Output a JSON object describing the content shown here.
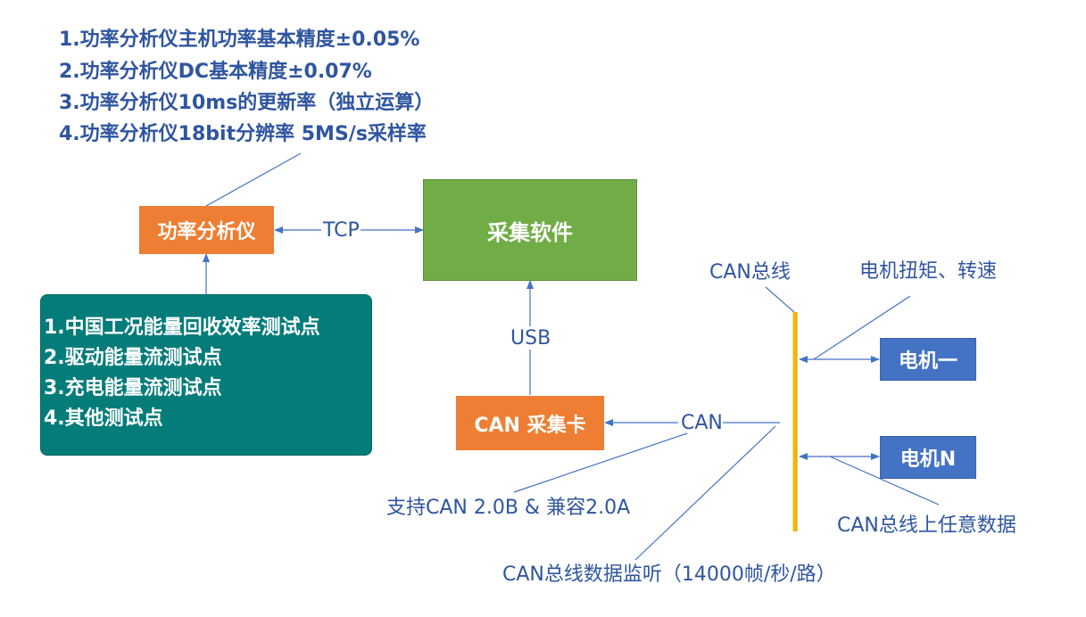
{
  "specs": [
    "1.功率分析仪主机功率基本精度±0.05%",
    "2.功率分析仪DC基本精度±0.07%",
    "3.功率分析仪10ms的更新率（独立运算）",
    "4.功率分析仪18bit分辨率 5MS/s采样率"
  ],
  "nodes": {
    "power_analyzer": "功率分析仪",
    "acq_software": "采集软件",
    "can_card": "CAN 采集卡",
    "motor_one": "电机一",
    "motor_n": "电机N"
  },
  "test_points": [
    "1.中国工况能量回收效率测试点",
    "2.驱动能量流测试点",
    "3.充电能量流测试点",
    "4.其他测试点"
  ],
  "links": {
    "tcp": "TCP",
    "usb": "USB",
    "can": "CAN"
  },
  "annotations": {
    "can_bus": "CAN总线",
    "motor_torque_speed": "电机扭矩、转速",
    "can_compat": "支持CAN 2.0B & 兼容2.0A",
    "can_any_data": "CAN总线上任意数据",
    "can_monitor": "CAN总线数据监听（14000帧/秒/路）"
  },
  "colors": {
    "text_blue": "#2f55a0",
    "orange": "#ee7e33",
    "green": "#71ad47",
    "teal": "#047c7a",
    "motor_blue": "#4472c4",
    "bus_yellow": "#f5b800",
    "wire_blue": "#4472c4"
  }
}
